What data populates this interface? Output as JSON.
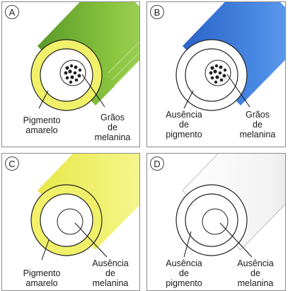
{
  "panels": [
    {
      "letter": "A",
      "fiber_color": "#7cb342",
      "ring_color": "#f0f06a",
      "has_granules": true,
      "label_left": "Pigmento\namarelo",
      "label_right": "Grãos\nde\nmelanina"
    },
    {
      "letter": "B",
      "fiber_color": "#3f7fd9",
      "ring_color": "#ffffff",
      "has_granules": true,
      "label_left": "Ausência\nde\npigmento",
      "label_right": "Grãos\nde\nmelanina"
    },
    {
      "letter": "C",
      "fiber_color": "#eeee66",
      "ring_color": "#f0f06a",
      "has_granules": false,
      "label_left": "Pigmento\namarelo",
      "label_right": "Ausência\nde\nmelanina"
    },
    {
      "letter": "D",
      "fiber_color": "#e6e6e6",
      "ring_color": "#ffffff",
      "has_granules": false,
      "label_left": "Ausência\nde\npigmento",
      "label_right": "Ausência\nde\nmelanina"
    }
  ]
}
